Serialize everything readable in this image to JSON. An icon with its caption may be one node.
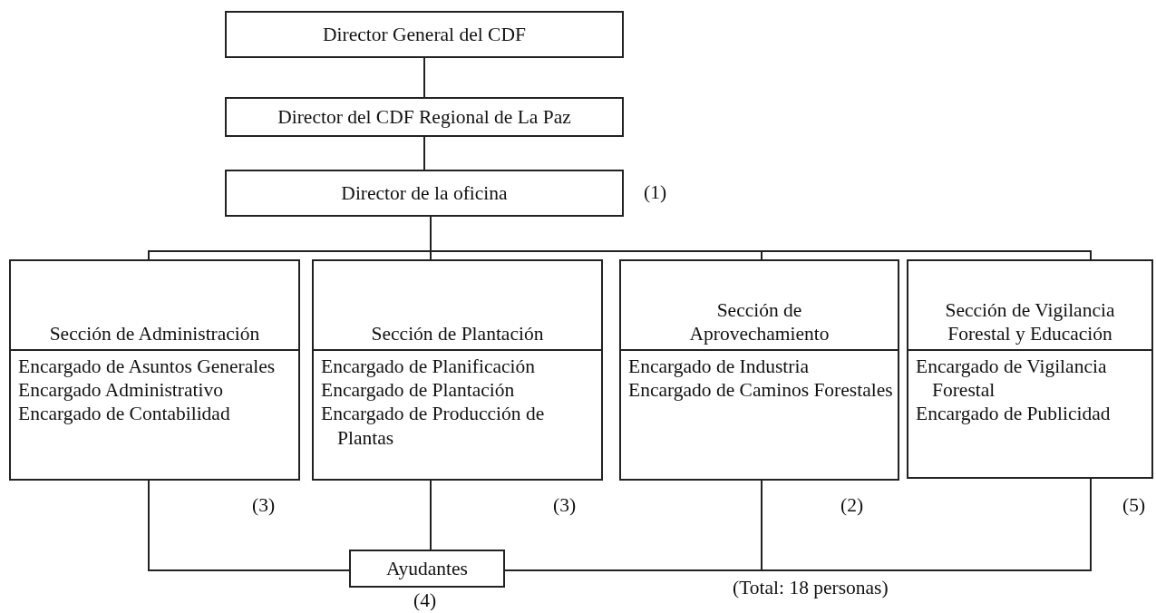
{
  "diagram": {
    "nodes": [
      {
        "text": [
          "Director General del CDF"
        ]
      },
      {
        "text": [
          "Director del CDF Regional de La Paz"
        ]
      },
      {
        "text": [
          "Director de la oficina"
        ],
        "beside": [
          "(1)"
        ]
      },
      {
        "text": [
          "Sección de Administración",
          "Encargado de Asuntos Generales",
          "Encargado Administrativo",
          "Encargado de Contabilidad"
        ],
        "beside": [
          "(3)"
        ]
      },
      {
        "text": [
          "Sección de Plantación",
          "Encargado de Planificación",
          "Encargado de Plantación",
          "Encargado de Producción de Plantas"
        ],
        "beside": [
          "(3)"
        ]
      },
      {
        "text": [
          "Sección de Aprovechamiento",
          "Encargado de Industria",
          "Encargado de Caminos Forestales"
        ],
        "beside": [
          "(2)"
        ]
      },
      {
        "text": [
          "Sección de Vigilancia Forestal y Educación",
          "Encargado de Vigilancia Forestal",
          "Encargado de Publicidad"
        ],
        "beside": [
          "(5)"
        ]
      },
      {
        "text": [
          "Ayudantes"
        ],
        "beside": [
          "(4)"
        ]
      }
    ],
    "edges": [
      {
        "from": 0,
        "to": 1,
        "arrow": "none"
      },
      {
        "from": 1,
        "to": 2,
        "arrow": "none"
      },
      {
        "from": 2,
        "to": 3,
        "arrow": "none"
      },
      {
        "from": 2,
        "to": 4,
        "arrow": "none"
      },
      {
        "from": 2,
        "to": 5,
        "arrow": "none"
      },
      {
        "from": 2,
        "to": 6,
        "arrow": "none"
      },
      {
        "from": 3,
        "to": 7,
        "arrow": "none"
      },
      {
        "from": 4,
        "to": 7,
        "arrow": "none"
      },
      {
        "from": 5,
        "to": 7,
        "arrow": "none"
      },
      {
        "from": 6,
        "to": 7,
        "arrow": "none"
      }
    ],
    "labels": [
      "(Total: 18 personas)"
    ]
  }
}
